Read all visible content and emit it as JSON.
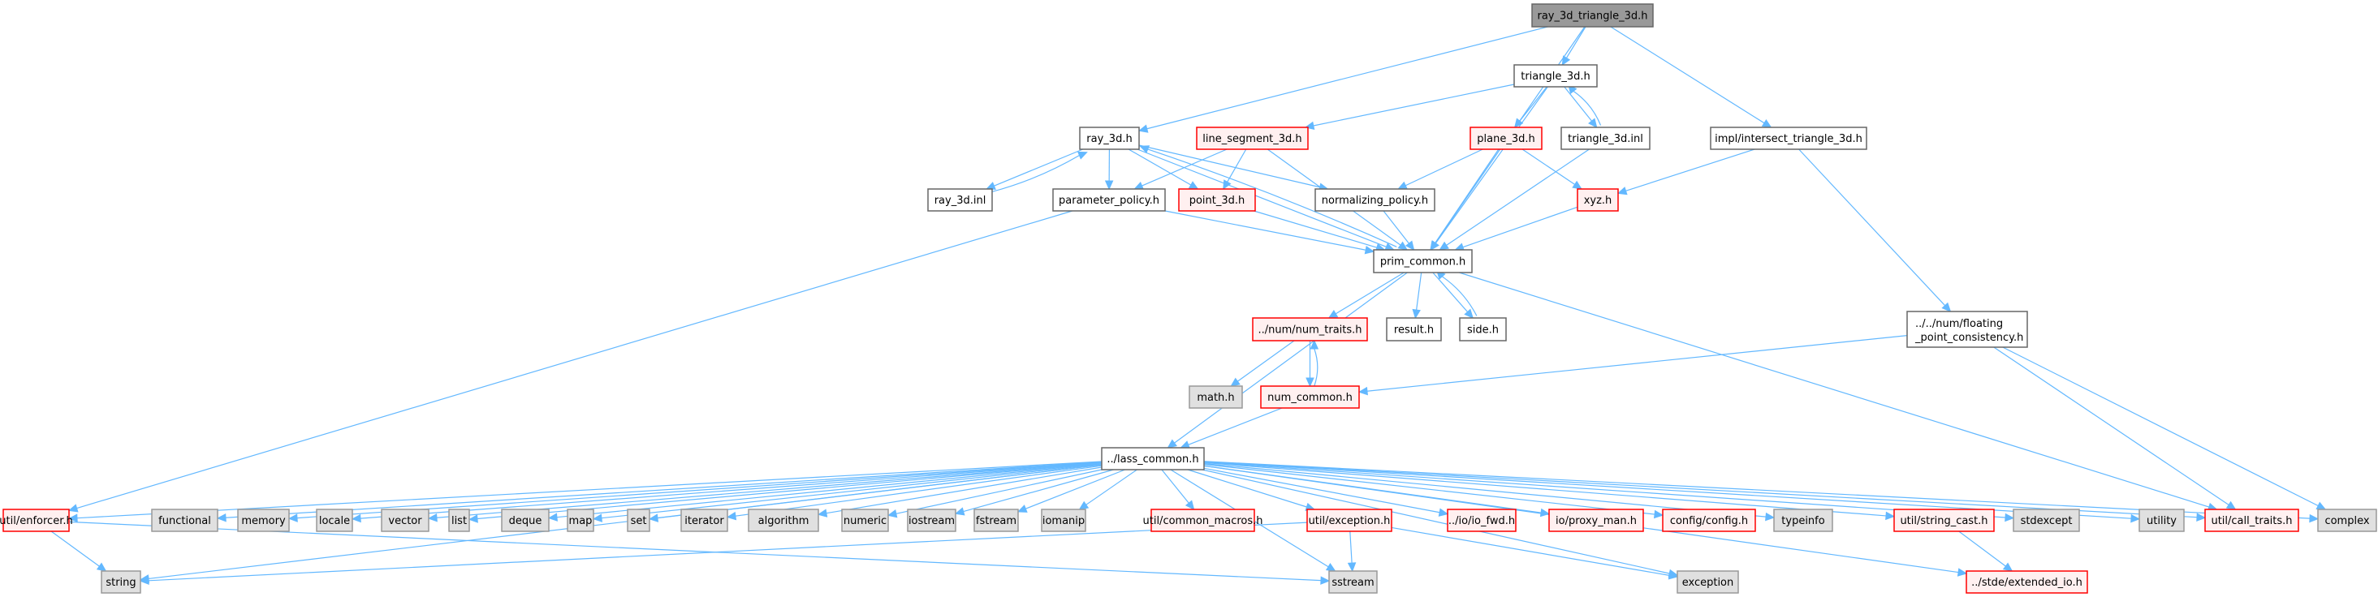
{
  "diagram": {
    "type": "include-dependency-graph",
    "root": "ray_3d_triangle_3d.h",
    "colors": {
      "edge": "#63b8ff",
      "root_fill": "#999999",
      "normal_fill": "#ffffff",
      "missing_fill": "#fff0f0",
      "missing_border": "#ff0000",
      "system_fill": "#e0e0e0"
    },
    "nodes": [
      {
        "id": "root",
        "label": "ray_3d_triangle_3d.h",
        "kind": "root"
      },
      {
        "id": "triangle",
        "label": "triangle_3d.h",
        "kind": "normal"
      },
      {
        "id": "ray3d",
        "label": "ray_3d.h",
        "kind": "normal"
      },
      {
        "id": "lineseg",
        "label": "line_segment_3d.h",
        "kind": "missing"
      },
      {
        "id": "plane",
        "label": "plane_3d.h",
        "kind": "missing"
      },
      {
        "id": "triinl",
        "label": "triangle_3d.inl",
        "kind": "normal"
      },
      {
        "id": "intersect",
        "label": "impl/intersect_triangle_3d.h",
        "kind": "normal"
      },
      {
        "id": "rayinl",
        "label": "ray_3d.inl",
        "kind": "normal"
      },
      {
        "id": "parampol",
        "label": "parameter_policy.h",
        "kind": "normal"
      },
      {
        "id": "point3d",
        "label": "point_3d.h",
        "kind": "missing"
      },
      {
        "id": "normpol",
        "label": "normalizing_policy.h",
        "kind": "normal"
      },
      {
        "id": "xyz",
        "label": "xyz.h",
        "kind": "missing"
      },
      {
        "id": "prim",
        "label": "prim_common.h",
        "kind": "normal"
      },
      {
        "id": "numtraits",
        "label": "../num/num_traits.h",
        "kind": "missing"
      },
      {
        "id": "result",
        "label": "result.h",
        "kind": "normal"
      },
      {
        "id": "side",
        "label": "side.h",
        "kind": "normal"
      },
      {
        "id": "fpc",
        "label": "../../num/floating\n_point_consistency.h",
        "kind": "normal"
      },
      {
        "id": "math",
        "label": "math.h",
        "kind": "system"
      },
      {
        "id": "numcommon",
        "label": "num_common.h",
        "kind": "missing"
      },
      {
        "id": "lass",
        "label": "../lass_common.h",
        "kind": "normal"
      },
      {
        "id": "enforcer",
        "label": "util/enforcer.h",
        "kind": "missing"
      },
      {
        "id": "functional",
        "label": "functional",
        "kind": "system"
      },
      {
        "id": "memory",
        "label": "memory",
        "kind": "system"
      },
      {
        "id": "locale",
        "label": "locale",
        "kind": "system"
      },
      {
        "id": "vector",
        "label": "vector",
        "kind": "system"
      },
      {
        "id": "list",
        "label": "list",
        "kind": "system"
      },
      {
        "id": "deque",
        "label": "deque",
        "kind": "system"
      },
      {
        "id": "map",
        "label": "map",
        "kind": "system"
      },
      {
        "id": "set",
        "label": "set",
        "kind": "system"
      },
      {
        "id": "iterator",
        "label": "iterator",
        "kind": "system"
      },
      {
        "id": "algorithm",
        "label": "algorithm",
        "kind": "system"
      },
      {
        "id": "numeric",
        "label": "numeric",
        "kind": "system"
      },
      {
        "id": "iostream",
        "label": "iostream",
        "kind": "system"
      },
      {
        "id": "fstream",
        "label": "fstream",
        "kind": "system"
      },
      {
        "id": "iomanip",
        "label": "iomanip",
        "kind": "system"
      },
      {
        "id": "macros",
        "label": "util/common_macros.h",
        "kind": "missing"
      },
      {
        "id": "exceptionh",
        "label": "util/exception.h",
        "kind": "missing"
      },
      {
        "id": "iofwd",
        "label": "../io/io_fwd.h",
        "kind": "missing"
      },
      {
        "id": "proxyman",
        "label": "io/proxy_man.h",
        "kind": "missing"
      },
      {
        "id": "config",
        "label": "config/config.h",
        "kind": "missing"
      },
      {
        "id": "typeinfo",
        "label": "typeinfo",
        "kind": "system"
      },
      {
        "id": "stringcast",
        "label": "util/string_cast.h",
        "kind": "missing"
      },
      {
        "id": "stdexcept",
        "label": "stdexcept",
        "kind": "system"
      },
      {
        "id": "utility",
        "label": "utility",
        "kind": "system"
      },
      {
        "id": "calltraits",
        "label": "util/call_traits.h",
        "kind": "missing"
      },
      {
        "id": "complex",
        "label": "complex",
        "kind": "system"
      },
      {
        "id": "string",
        "label": "string",
        "kind": "system"
      },
      {
        "id": "sstream",
        "label": "sstream",
        "kind": "system"
      },
      {
        "id": "exception",
        "label": "exception",
        "kind": "system"
      },
      {
        "id": "extio",
        "label": "../stde/extended_io.h",
        "kind": "missing"
      }
    ],
    "edges": [
      [
        "root",
        "ray3d"
      ],
      [
        "root",
        "triangle"
      ],
      [
        "root",
        "prim"
      ],
      [
        "root",
        "intersect"
      ],
      [
        "triangle",
        "lineseg"
      ],
      [
        "triangle",
        "plane"
      ],
      [
        "triangle",
        "triinl"
      ],
      [
        "triangle",
        "prim"
      ],
      [
        "triinl",
        "triangle"
      ],
      [
        "triinl",
        "prim"
      ],
      [
        "ray3d",
        "rayinl"
      ],
      [
        "ray3d",
        "parampol"
      ],
      [
        "ray3d",
        "point3d"
      ],
      [
        "ray3d",
        "normpol"
      ],
      [
        "ray3d",
        "prim"
      ],
      [
        "rayinl",
        "ray3d"
      ],
      [
        "prim",
        "ray3d"
      ],
      [
        "lineseg",
        "parampol"
      ],
      [
        "lineseg",
        "point3d"
      ],
      [
        "lineseg",
        "prim"
      ],
      [
        "plane",
        "normpol"
      ],
      [
        "plane",
        "xyz"
      ],
      [
        "plane",
        "prim"
      ],
      [
        "intersect",
        "xyz"
      ],
      [
        "intersect",
        "fpc"
      ],
      [
        "parampol",
        "prim"
      ],
      [
        "parampol",
        "enforcer"
      ],
      [
        "point3d",
        "prim"
      ],
      [
        "normpol",
        "prim"
      ],
      [
        "xyz",
        "prim"
      ],
      [
        "prim",
        "numtraits"
      ],
      [
        "prim",
        "result"
      ],
      [
        "prim",
        "side"
      ],
      [
        "side",
        "prim"
      ],
      [
        "prim",
        "lass"
      ],
      [
        "prim",
        "calltraits"
      ],
      [
        "numtraits",
        "math"
      ],
      [
        "numtraits",
        "numcommon"
      ],
      [
        "numcommon",
        "numtraits"
      ],
      [
        "numcommon",
        "lass"
      ],
      [
        "fpc",
        "numcommon"
      ],
      [
        "fpc",
        "calltraits"
      ],
      [
        "fpc",
        "complex"
      ],
      [
        "lass",
        "enforcer"
      ],
      [
        "lass",
        "string"
      ],
      [
        "lass",
        "functional"
      ],
      [
        "lass",
        "memory"
      ],
      [
        "lass",
        "locale"
      ],
      [
        "lass",
        "vector"
      ],
      [
        "lass",
        "list"
      ],
      [
        "lass",
        "deque"
      ],
      [
        "lass",
        "map"
      ],
      [
        "lass",
        "set"
      ],
      [
        "lass",
        "iterator"
      ],
      [
        "lass",
        "algorithm"
      ],
      [
        "lass",
        "numeric"
      ],
      [
        "lass",
        "iostream"
      ],
      [
        "lass",
        "fstream"
      ],
      [
        "lass",
        "iomanip"
      ],
      [
        "lass",
        "macros"
      ],
      [
        "lass",
        "exceptionh"
      ],
      [
        "lass",
        "sstream"
      ],
      [
        "lass",
        "iofwd"
      ],
      [
        "lass",
        "proxyman"
      ],
      [
        "lass",
        "config"
      ],
      [
        "lass",
        "typeinfo"
      ],
      [
        "lass",
        "exception"
      ],
      [
        "lass",
        "stringcast"
      ],
      [
        "lass",
        "stdexcept"
      ],
      [
        "lass",
        "extio"
      ],
      [
        "lass",
        "utility"
      ],
      [
        "lass",
        "calltraits"
      ],
      [
        "lass",
        "complex"
      ],
      [
        "enforcer",
        "string"
      ],
      [
        "enforcer",
        "sstream"
      ],
      [
        "exceptionh",
        "string"
      ],
      [
        "exceptionh",
        "sstream"
      ],
      [
        "exceptionh",
        "exception"
      ],
      [
        "stringcast",
        "extio"
      ]
    ]
  }
}
